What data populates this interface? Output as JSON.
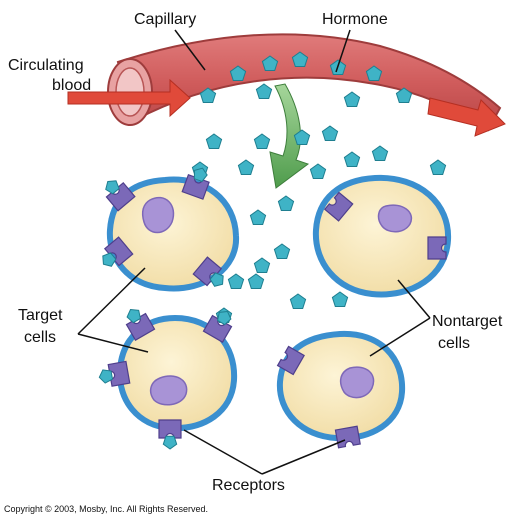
{
  "labels": {
    "capillary": "Capillary",
    "hormone": "Hormone",
    "circulating_line1": "Circulating",
    "circulating_line2": "blood",
    "target_line1": "Target",
    "target_line2": "cells",
    "nontarget_line1": "Nontarget",
    "nontarget_line2": "cells",
    "receptors": "Receptors"
  },
  "copyright": "Copyright © 2003, Mosby, Inc. All Rights Reserved.",
  "colors": {
    "vessel": "#cf5a5a",
    "vessel_dark": "#b24848",
    "flow_arrow": "#e04a3a",
    "hormone": "#3fb3c6",
    "cell_membrane": "#3a8fcf",
    "cytoplasm": "#f6e6b8",
    "nucleus": "#a893d6",
    "receptor": "#7b69b8",
    "diffusion_arrow": "#6fb36a"
  }
}
